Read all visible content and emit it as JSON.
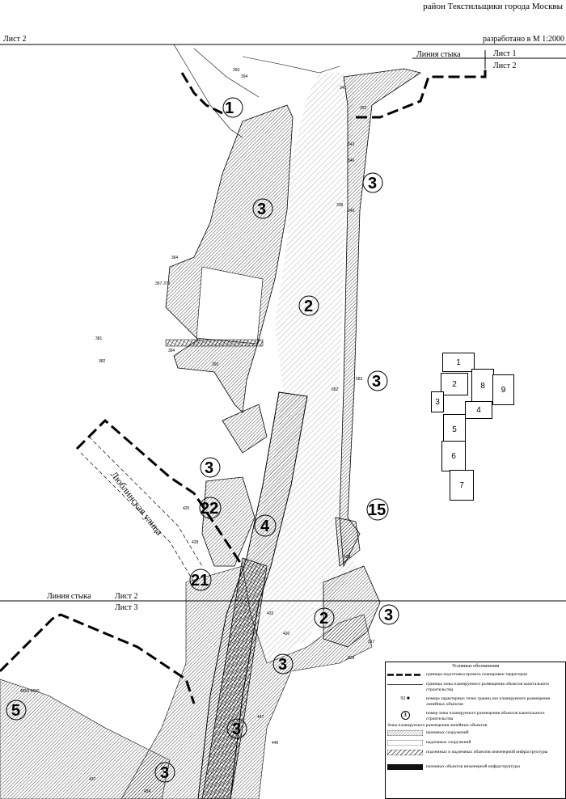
{
  "header": {
    "district": "район Текстильщики города Москвы",
    "sheet": "Лист 2",
    "scale": "разработано в М 1:2000"
  },
  "junctions": {
    "top_label": "Линия стыка",
    "top_sheet1": "Лист 1",
    "top_sheet2": "Лист 2",
    "mid_label": "Линия стыка",
    "mid_sheet2": "Лист 2",
    "mid_sheet3": "Лист 3"
  },
  "street": "Люблинская улица",
  "zones": {
    "z1": "1",
    "z3a": "3",
    "z3b": "3",
    "z2a": "2",
    "z3c": "3",
    "z4": "4",
    "z3d": "3",
    "z22": "22",
    "z21": "21",
    "z15": "15",
    "z2b": "2",
    "z3e": "3",
    "z3f": "3",
    "z5": "5",
    "z3g": "3",
    "z3h": "3"
  },
  "index_sheets": [
    "1",
    "2",
    "8",
    "9",
    "3",
    "4",
    "5",
    "6",
    "7"
  ],
  "legend": {
    "title": "Условные обозначения",
    "items": [
      "границы подготовки проекта планировки территории",
      "границы зоны планируемого размещения объектов капитального строительства",
      "номера характерных точек границ зон планируемого размещения линейных объектов",
      "номер зоны планируемого размещения объектов капитального строительства",
      "Зоны планируемого размещения линейных объектов",
      "наземных сооружений",
      "надземных сооружений",
      "подземных и надземных объектов инженерной инфраструктуры",
      "наземных объектов инженерной инфраструктуры"
    ],
    "point_example": "92",
    "zone_example": "3"
  },
  "colors": {
    "hatch": "#000000",
    "background": "#ffffff",
    "light_zone": "#f2f2f2"
  }
}
